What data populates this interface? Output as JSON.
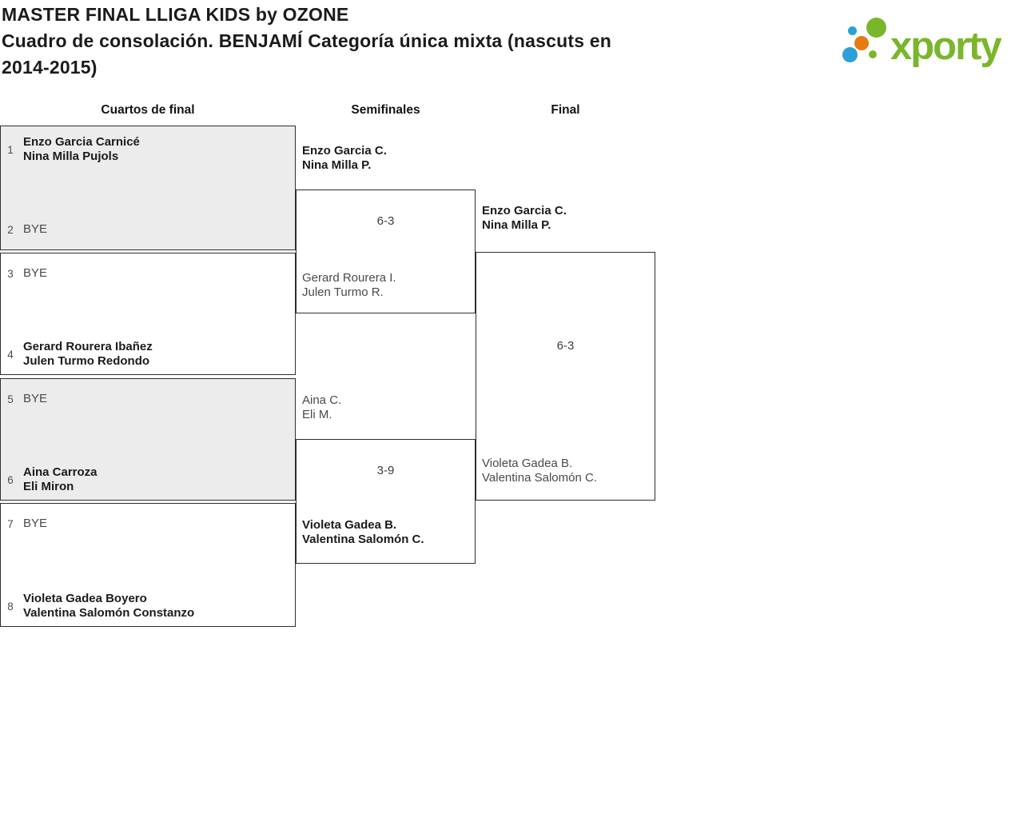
{
  "header": {
    "title_line1": "MASTER FINAL LLIGA KIDS by OZONE",
    "title_line2": "Cuadro de consolación. BENJAMÍ Categoría única mixta (nascuts en",
    "title_line3": "2014-2015)"
  },
  "logo": {
    "text": "xporty",
    "colors": {
      "green": "#7ab62c",
      "blue": "#2ba0d9",
      "orange": "#e87a14"
    }
  },
  "columns": {
    "quarterfinals_label": "Cuartos de final",
    "semifinals_label": "Semifinales",
    "final_label": "Final"
  },
  "bracket": {
    "quarterfinal_slots": [
      {
        "seed": "1",
        "lines": [
          "Enzo Garcia Carnicé",
          "Nina Milla Pujols"
        ],
        "advanced": true
      },
      {
        "seed": "2",
        "lines": [
          "BYE"
        ],
        "advanced": false
      },
      {
        "seed": "3",
        "lines": [
          "BYE"
        ],
        "advanced": false
      },
      {
        "seed": "4",
        "lines": [
          "Gerard Rourera Ibañez",
          "Julen Turmo Redondo"
        ],
        "advanced": true
      },
      {
        "seed": "5",
        "lines": [
          "BYE"
        ],
        "advanced": false
      },
      {
        "seed": "6",
        "lines": [
          "Aina Carroza",
          "Eli Miron"
        ],
        "advanced": true
      },
      {
        "seed": "7",
        "lines": [
          "BYE"
        ],
        "advanced": false
      },
      {
        "seed": "8",
        "lines": [
          "Violeta Gadea Boyero",
          "Valentina Salomón Constanzo"
        ],
        "advanced": true
      }
    ],
    "semifinals": [
      {
        "score": "6-3",
        "top": {
          "lines": [
            "Enzo Garcia C.",
            "Nina Milla P."
          ],
          "winner": true
        },
        "bottom": {
          "lines": [
            "Gerard Rourera I.",
            "Julen Turmo R."
          ],
          "winner": false
        }
      },
      {
        "score": "3-9",
        "top": {
          "lines": [
            "Aina C.",
            "Eli M."
          ],
          "winner": false
        },
        "bottom": {
          "lines": [
            "Violeta Gadea B.",
            "Valentina Salomón C."
          ],
          "winner": true
        }
      }
    ],
    "final": {
      "score": "6-3",
      "top": {
        "lines": [
          "Enzo Garcia C.",
          "Nina Milla P."
        ],
        "winner": true
      },
      "bottom": {
        "lines": [
          "Violeta Gadea B.",
          "Valentina Salomón C."
        ],
        "winner": false
      }
    }
  }
}
